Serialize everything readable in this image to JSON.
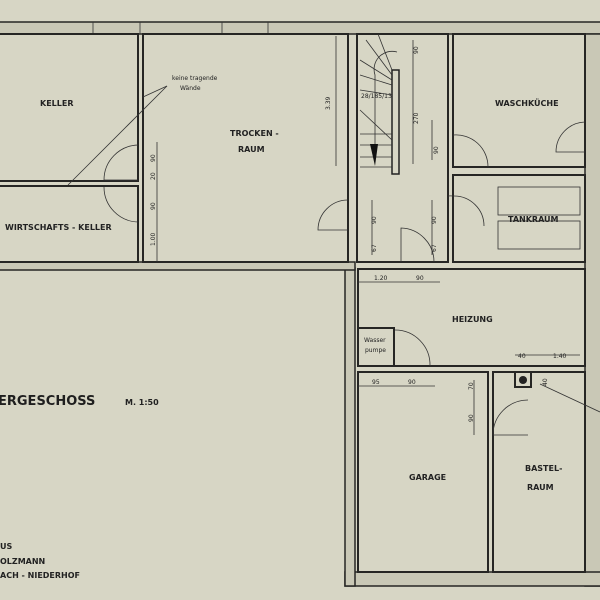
{
  "plan": {
    "title": "ERGESCHOSS",
    "scale": "M. 1:50",
    "owner_lines": [
      "US",
      "OLZMANN",
      "ACH - NIEDERHOF"
    ],
    "note": [
      "keine tragende",
      "Wände"
    ],
    "rooms": {
      "keller": "KELLER",
      "wirtschaftskeller": "WIRTSCHAFTS - KELLER",
      "trockenraum": [
        "TROCKEN -",
        "RAUM"
      ],
      "waschkueche": "WASCHKÜCHE",
      "tankraum": "TANKRAUM",
      "heizung": "HEIZUNG",
      "wasserpumpe": [
        "Wasser",
        "pumpe"
      ],
      "garage": "GARAGE",
      "bastelraum": [
        "BASTEL-",
        "RAUM"
      ]
    },
    "stair_label": "28/185/13",
    "dimensions": {
      "d339": "3.39",
      "d90a": "90",
      "d20": "20",
      "d90b": "90",
      "d100": "1.00",
      "stair_90": "90",
      "stair_270": "270",
      "stair_90r": "90",
      "hall_90l": "90",
      "hall_67l": "67",
      "hall_90r": "90",
      "hall_67r": "67",
      "h120": "1.20",
      "h90": "90",
      "h40": "40",
      "h140": "1.40",
      "g95": "95",
      "g90": "90",
      "g70": "70",
      "g90v": "90",
      "b40": "40"
    }
  }
}
